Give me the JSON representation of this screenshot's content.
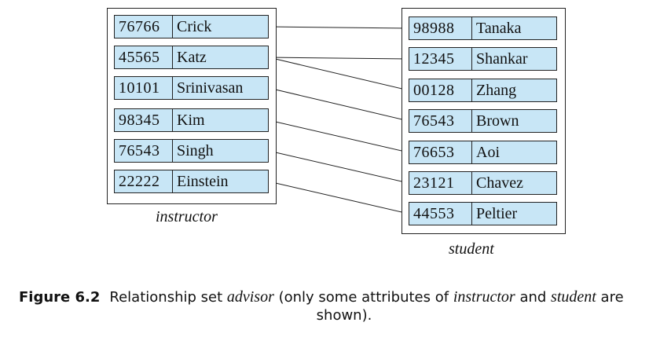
{
  "instructor": {
    "label": "instructor",
    "rows": [
      {
        "id": "76766",
        "name": "Crick"
      },
      {
        "id": "45565",
        "name": "Katz"
      },
      {
        "id": "10101",
        "name": "Srinivasan"
      },
      {
        "id": "98345",
        "name": "Kim"
      },
      {
        "id": "76543",
        "name": "Singh"
      },
      {
        "id": "22222",
        "name": "Einstein"
      }
    ]
  },
  "student": {
    "label": "student",
    "rows": [
      {
        "id": "98988",
        "name": "Tanaka"
      },
      {
        "id": "12345",
        "name": "Shankar"
      },
      {
        "id": "00128",
        "name": "Zhang"
      },
      {
        "id": "76543",
        "name": "Brown"
      },
      {
        "id": "76653",
        "name": "Aoi"
      },
      {
        "id": "23121",
        "name": "Chavez"
      },
      {
        "id": "44553",
        "name": "Peltier"
      }
    ]
  },
  "advisor_links": [
    {
      "instructor": 0,
      "student": 0
    },
    {
      "instructor": 1,
      "student": 1
    },
    {
      "instructor": 1,
      "student": 2
    },
    {
      "instructor": 2,
      "student": 3
    },
    {
      "instructor": 3,
      "student": 4
    },
    {
      "instructor": 4,
      "student": 5
    },
    {
      "instructor": 5,
      "student": 6
    }
  ],
  "caption": {
    "figure_label": "Figure 6.2",
    "text_before": "Relationship set ",
    "term_advisor": "advisor",
    "text_middle1": " (only some attributes of ",
    "term_instructor": "instructor",
    "text_middle2": " and ",
    "term_student": "student",
    "text_after": " are",
    "line2": "shown)."
  },
  "colors": {
    "row_fill": "#c8e6f6",
    "border": "#222222"
  }
}
